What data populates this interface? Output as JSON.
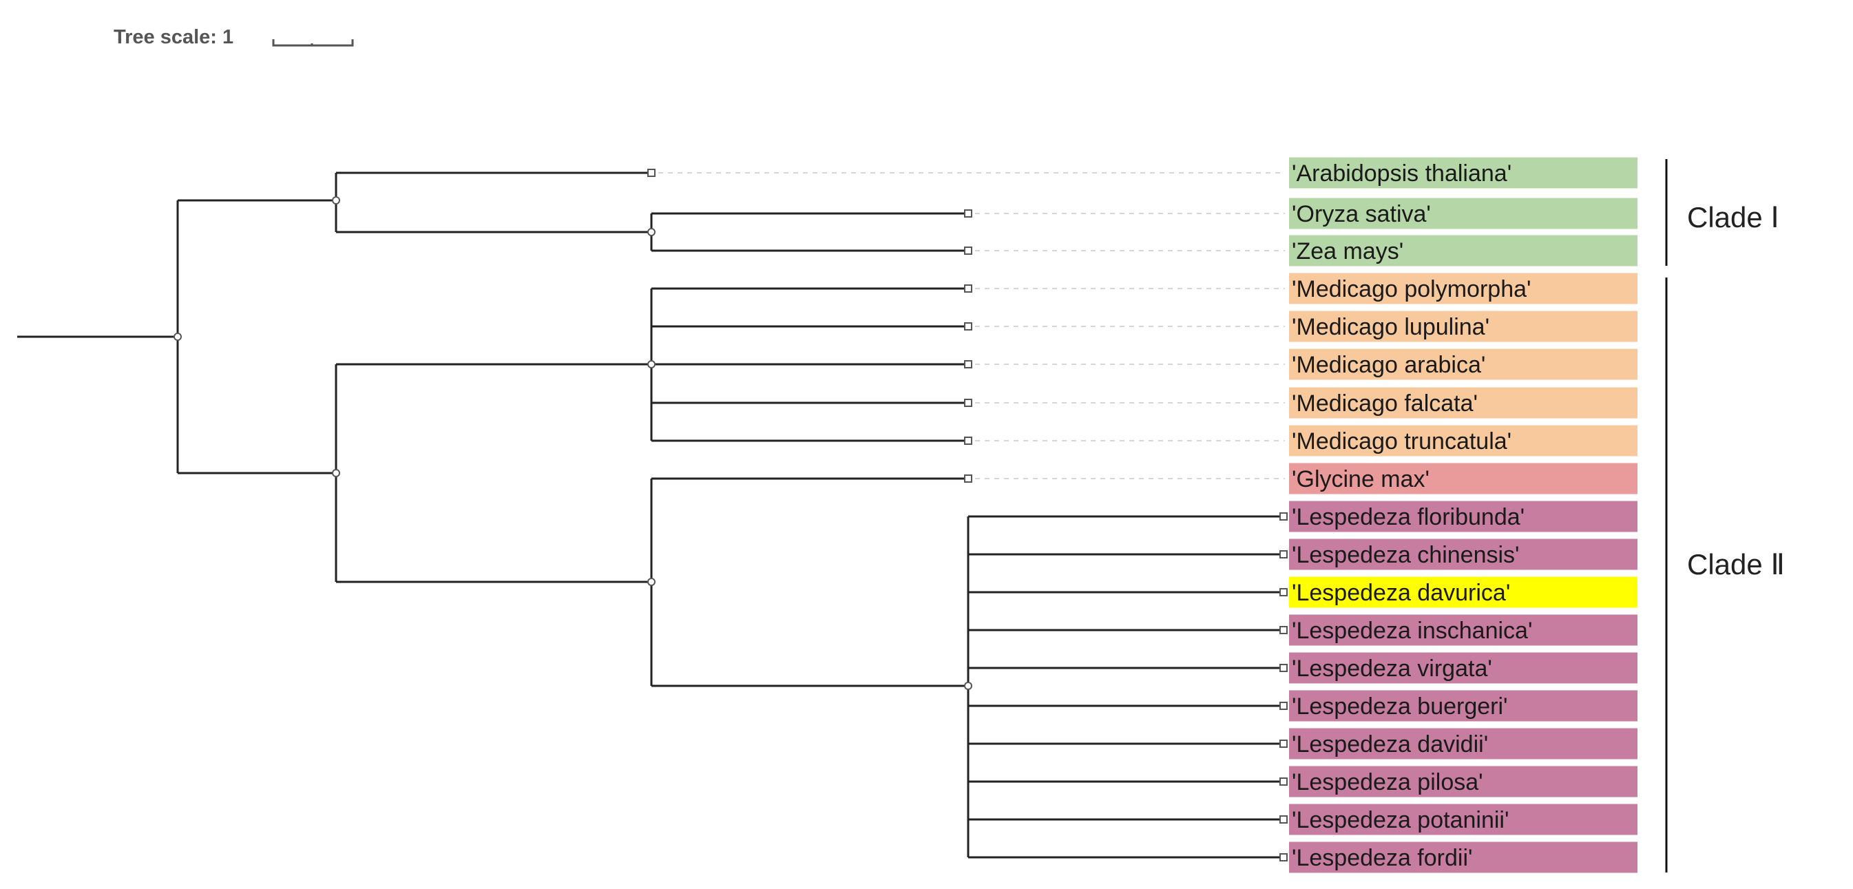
{
  "tree_scale": {
    "label": "Tree scale: 1"
  },
  "taxa": [
    {
      "label": "'Arabidopsis thaliana'",
      "group": "outgroup"
    },
    {
      "label": "'Oryza sativa'",
      "group": "outgroup"
    },
    {
      "label": "'Zea mays'",
      "group": "outgroup"
    },
    {
      "label": "'Medicago polymorpha'",
      "group": "medicago"
    },
    {
      "label": "'Medicago lupulina'",
      "group": "medicago"
    },
    {
      "label": "'Medicago arabica'",
      "group": "medicago"
    },
    {
      "label": "'Medicago falcata'",
      "group": "medicago"
    },
    {
      "label": "'Medicago truncatula'",
      "group": "medicago"
    },
    {
      "label": "'Glycine max'",
      "group": "glycine"
    },
    {
      "label": "'Lespedeza floribunda'",
      "group": "lespedeza"
    },
    {
      "label": "'Lespedeza chinensis'",
      "group": "lespedeza"
    },
    {
      "label": "'Lespedeza davurica'",
      "group": "highlight"
    },
    {
      "label": "'Lespedeza inschanica'",
      "group": "lespedeza"
    },
    {
      "label": "'Lespedeza virgata'",
      "group": "lespedeza"
    },
    {
      "label": "'Lespedeza buergeri'",
      "group": "lespedeza"
    },
    {
      "label": "'Lespedeza davidii'",
      "group": "lespedeza"
    },
    {
      "label": "'Lespedeza pilosa'",
      "group": "lespedeza"
    },
    {
      "label": "'Lespedeza potaninii'",
      "group": "lespedeza"
    },
    {
      "label": "'Lespedeza fordii'",
      "group": "lespedeza"
    }
  ],
  "group_colors": {
    "outgroup": "#b5d6a7",
    "medicago": "#f8c99d",
    "glycine": "#e99a9a",
    "lespedeza": "#c67d9f",
    "highlight": "#ffff00"
  },
  "clades": [
    {
      "label": "Clade Ⅰ"
    },
    {
      "label": "Clade Ⅱ"
    }
  ]
}
